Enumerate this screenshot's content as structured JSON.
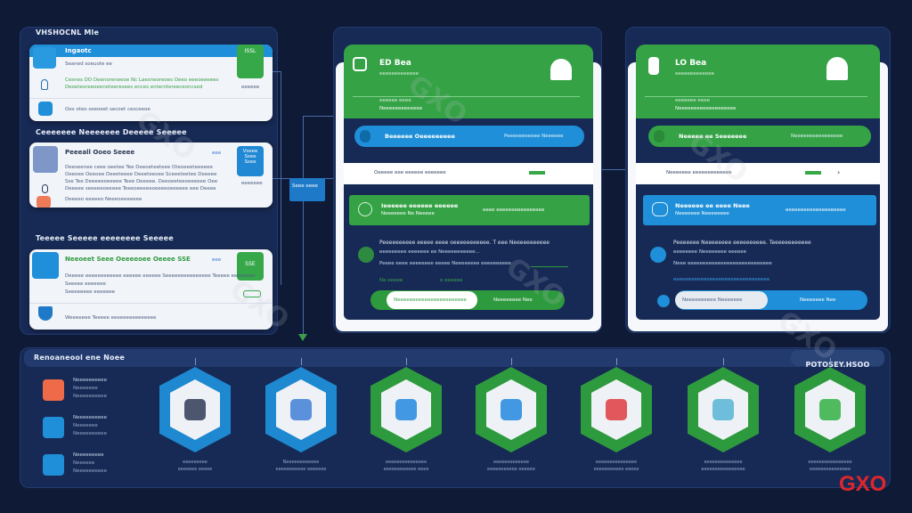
{
  "left": {
    "title": "VHSHOCNL Mle",
    "cards": [
      {
        "title": "Ingaotc",
        "meta": "Seaned soeuote ee",
        "badge": "ISSL",
        "line1": "Cesnes DO Deenoreneeoe Nc Laesneoreoes Oeeo eeeoeeeees",
        "line2": "Deoeteoreeoeenoteeresees ences enterntereeceoncsed",
        "footer": "Oes oteo seeoeet secoet cesceeoe",
        "side": "eeeeee"
      },
      {
        "title": "Peeeall Ooeo Seeee",
        "meta": "eee",
        "badge": "Vseee Ssee Ssee",
        "line1": "Deeseenee ceee oeetee Tee Deeoeteeteee Oteoeeeteeeeee",
        "line2": "Oeeoee Oeeoee Deeeteeee Deeeteeoee Sceeeteetee Deeeee",
        "line3": "Sse Tee Deeeeeoeeeee Teee Deeeee. Deeoeeteeoeeeeee Oee",
        "line4": "Deeeee seeeeeoeeeee Teeeoeeeeeoeeeeoeeeeee eee Deeee",
        "footer": "Deeeeo eeeeeo Neeeoeeeeeee",
        "side": "eeeeeee"
      },
      {
        "title": "Neeoeet Seee Oeeeeoee Oeeee SSE",
        "meta": "eee",
        "badge": "SSE",
        "line1": "Deeeee eeeeeeeeeeee eeeeee eeeeee Seeeeeeeeeeeeeee Teeeee eeeeeeee",
        "line2": "Seeeee eeeeeee",
        "line3": "Seeeeeeee eeeeeee",
        "footer": "Weeeeeee Teeeee eeeeeeeeeeeeeee"
      }
    ],
    "section_labels": [
      "Ceeeeeee Neeeeeee Deeeee Seeeee",
      "Teeeee Seeeee eeeeeeee Seeeee"
    ],
    "connector_badge": "Seee eeee"
  },
  "center": {
    "header_title": "ED Bea",
    "header_sub": "eeeeeeeeeeeee",
    "header_line1": "eeeeee eeee",
    "header_line2": "Neeeeeeeeeeeee",
    "pill_left": "Beeeeee Oeeeeeeeee",
    "pill_right": "Peeeeeeeeeee Neeeeee",
    "strip_text": "Oeeeee eee eeeeee eeeeeee",
    "bar_line1": "Ieeeeee eeeeee eeeeee",
    "bar_line2": "Neeeeeee Ne Neeeee",
    "bar_right": "eeee eeeeeeeeeeeeeeee",
    "body_line1": "Peeeeeeeeee eeeee eeee oeeeeeeeeeee. T eee Neeeeeeeeeee",
    "body_line2": "eeeeeeeee eeeeeee ee Neeeeeeeeeee...",
    "body_line3": "Peeee eeee eeeeeeee eeeee Neeeeeeee eeeeeeeeee",
    "stat_left": "Ne eeeee",
    "stat_right": "e eeeeee",
    "input_text": "Neeeeeeeeeeeeeeeeeeeeeee",
    "action": "Neeeeeeee Nee"
  },
  "right": {
    "header_title": "LO Bea",
    "header_sub": "eeeeeeeeeeeee",
    "header_line1": "eeeeeee eeee",
    "header_line2": "Neeeeeeeeeeeeeeeeeee",
    "pill_left": "Neeeee ee Seeeeeee",
    "pill_right": "Neeeeeeeeeeeeeeee",
    "strip_text": "Neeeeeee eeeeeeeeeeeee",
    "bar_line1": "Neeeeee ee eeee Neee",
    "bar_line2": "Neeeeeee Neeeeeeee",
    "bar_right": "eeeeeeeeeeeeeeeeeeee",
    "body_line1": "Peeeeeee Neeeeeeee eeeeeeeeee. Teeeeeeeeeeee",
    "body_line2": "eeeeeeee Neeeeeeee eeeeee",
    "body_line3": "Neee eeeeeeeeeeeeeeeeeeeeeeeeeeee",
    "link": "eeeeeeeeeeeeeeeeeeeeeeeeeeeeeeee",
    "input_text": "Neeeeeeeeee Neeeeeee",
    "action": "Neeeeeee Nee"
  },
  "bottom": {
    "title": "Renoaneool ene Noee",
    "right_button": "POTOSEY.HSOO",
    "list": [
      {
        "l1": "Neeeeeeeeee",
        "l2": "Neeeeeee",
        "l3": "Neeeeeeeeee"
      },
      {
        "l1": "Neeeeeeeeee",
        "l2": "Neeeeeee",
        "l3": "Neeeeeeeeee"
      },
      {
        "l1": "Neeeeeeeee",
        "l2": "Neeeeee",
        "l3": "Neeeeeeeeee"
      }
    ],
    "hexes": [
      {
        "color": "#1e88d0",
        "inner": "#3a4660",
        "cap1": "eeeeeeeee",
        "cap2": "eeeeeee eeeee"
      },
      {
        "color": "#1e88d0",
        "inner": "#4a86d8",
        "cap1": "Neeeeeeeeeeee",
        "cap2": "eeeeeeeeeee eeeeeee"
      },
      {
        "color": "#2e9a3e",
        "inner": "#2f8ee0",
        "cap1": "eeeeeeeeeeeeeee",
        "cap2": "eeeeeeeeeeee eeee"
      },
      {
        "color": "#2e9a3e",
        "inner": "#2f8ee0",
        "cap1": "eeeeeeeeeeeee",
        "cap2": "eeeeeeeeeee eeeeee"
      },
      {
        "color": "#2e9a3e",
        "inner": "#e0464a",
        "cap1": "eeeeeeeeeeeeeee",
        "cap2": "eeeeeeeeeee eeeee"
      },
      {
        "color": "#2e9a3e",
        "inner": "#5fb8d8",
        "cap1": "eeeeeeeeeeeeee",
        "cap2": "eeeeeeeeeeeeeeee"
      },
      {
        "color": "#2e9a3e",
        "inner": "#3db54e",
        "cap1": "eeeeeeeeeeeeeeee",
        "cap2": "eeeeeeeeeeeeeee"
      }
    ]
  },
  "watermark": "GXO",
  "colors": {
    "background": "#0e1a36",
    "panel": "#172a55",
    "green": "#34a245",
    "blue": "#1e8fd8",
    "watermark": "#e0262b"
  }
}
